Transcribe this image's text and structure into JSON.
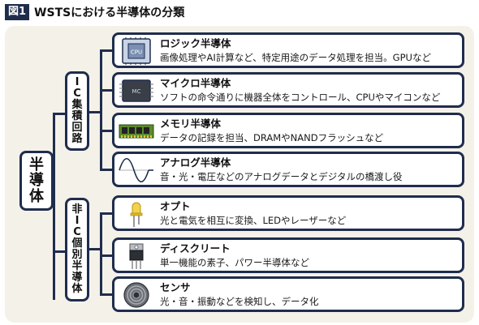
{
  "header": {
    "figure_tag": "図1",
    "title": "WSTSにおける半導体の分類"
  },
  "root": {
    "label": "半導体"
  },
  "groups": [
    {
      "label": "IC集積回路"
    },
    {
      "label": "非IC個別半導体"
    }
  ],
  "items": [
    {
      "title": "ロジック半導体",
      "desc": "画像処理やAI計算など、特定用途のデータ処理を担当。GPUなど",
      "icon": "cpu-chip-icon",
      "chip_text": "CPU"
    },
    {
      "title": "マイクロ半導体",
      "desc": "ソフトの命令通りに機器全体をコントロール、CPUやマイコンなど",
      "icon": "microcontroller-chip-icon",
      "chip_text": "MC"
    },
    {
      "title": "メモリ半導体",
      "desc": "データの記録を担当、DRAMやNANDフラッシュなど",
      "icon": "memory-module-icon"
    },
    {
      "title": "アナログ半導体",
      "desc": "音・光・電圧などのアナログデータとデジタルの橋渡し役",
      "icon": "sine-wave-icon"
    },
    {
      "title": "オプト",
      "desc": "光と電気を相互に変換、LEDやレーザーなど",
      "icon": "led-icon"
    },
    {
      "title": "ディスクリート",
      "desc": "単一機能の素子、パワー半導体など",
      "icon": "transistor-icon"
    },
    {
      "title": "センサ",
      "desc": "光・音・振動などを検知し、データ化",
      "icon": "sensor-coil-icon"
    }
  ],
  "colors": {
    "navy": "#1f2d4d",
    "panel": "#f4f1e9",
    "accent_green": "#5b8a2c",
    "accent_yellow": "#e8c23a"
  }
}
